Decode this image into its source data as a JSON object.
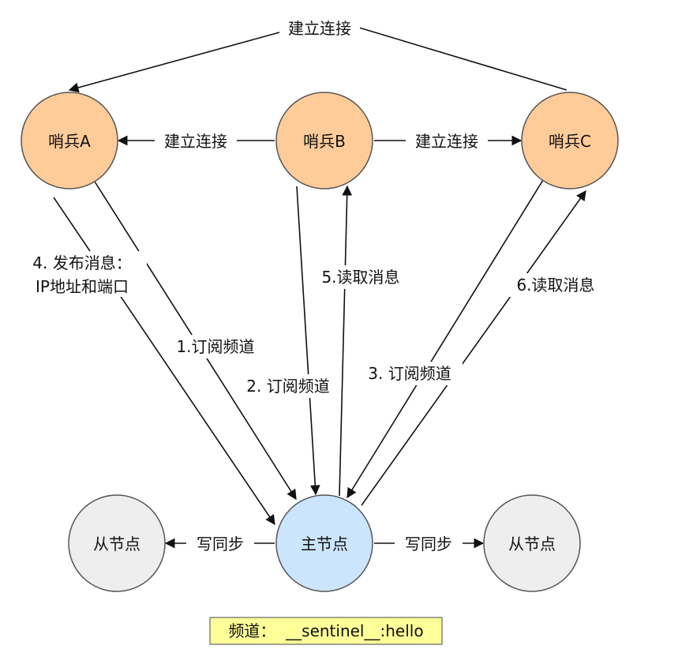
{
  "nodes": {
    "sentinel_a": "哨兵A",
    "sentinel_b": "哨兵B",
    "sentinel_c": "哨兵C",
    "master": "主节点",
    "slave_left": "从节点",
    "slave_right": "从节点"
  },
  "edges": {
    "connect_top": "建立连接",
    "connect_ba": "建立连接",
    "connect_bc": "建立连接",
    "a_publish_line1": "4. 发布消息：",
    "a_publish_line2": "IP地址和端口",
    "a_subscribe": "1.订阅频道",
    "b_subscribe": "2. 订阅频道",
    "b_read": "5.读取消息",
    "c_subscribe": "3. 订阅频道",
    "c_read": "6.读取消息",
    "sync_left": "写同步",
    "sync_right": "写同步"
  },
  "channel": "频道：  __sentinel__:hello",
  "colors": {
    "sentinel_fill": "#FFCC99",
    "sentinel_stroke": "#555555",
    "master_fill": "#CCE5FF",
    "slave_fill": "#EEEEEE",
    "channel_fill": "#FFFF99",
    "channel_stroke": "#666666"
  }
}
